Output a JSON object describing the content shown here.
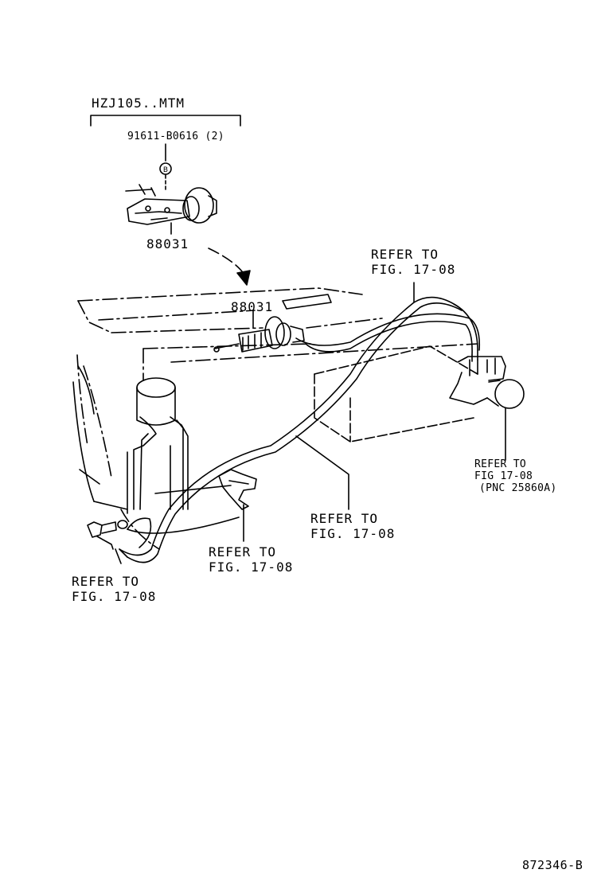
{
  "model_label": "HZJ105..MTM",
  "bolt": {
    "part_no": "91611-B0616 (2)",
    "marker": "B"
  },
  "parts": {
    "actuator_detail": "88031",
    "actuator_installed": "88031"
  },
  "refs": {
    "top_right": {
      "line1": "REFER TO",
      "line2": "FIG. 17-08"
    },
    "middle": {
      "line1": "REFER TO",
      "line2": "FIG. 17-08"
    },
    "bracket": {
      "line1": "REFER TO",
      "line2": "FIG. 17-08"
    },
    "left": {
      "line1": "REFER TO",
      "line2": "FIG. 17-08"
    },
    "valve": {
      "line1": "REFER TO",
      "line2": "FIG 17-08",
      "line3": "(PNC 25860A)"
    }
  },
  "figure_id": "872346-B"
}
